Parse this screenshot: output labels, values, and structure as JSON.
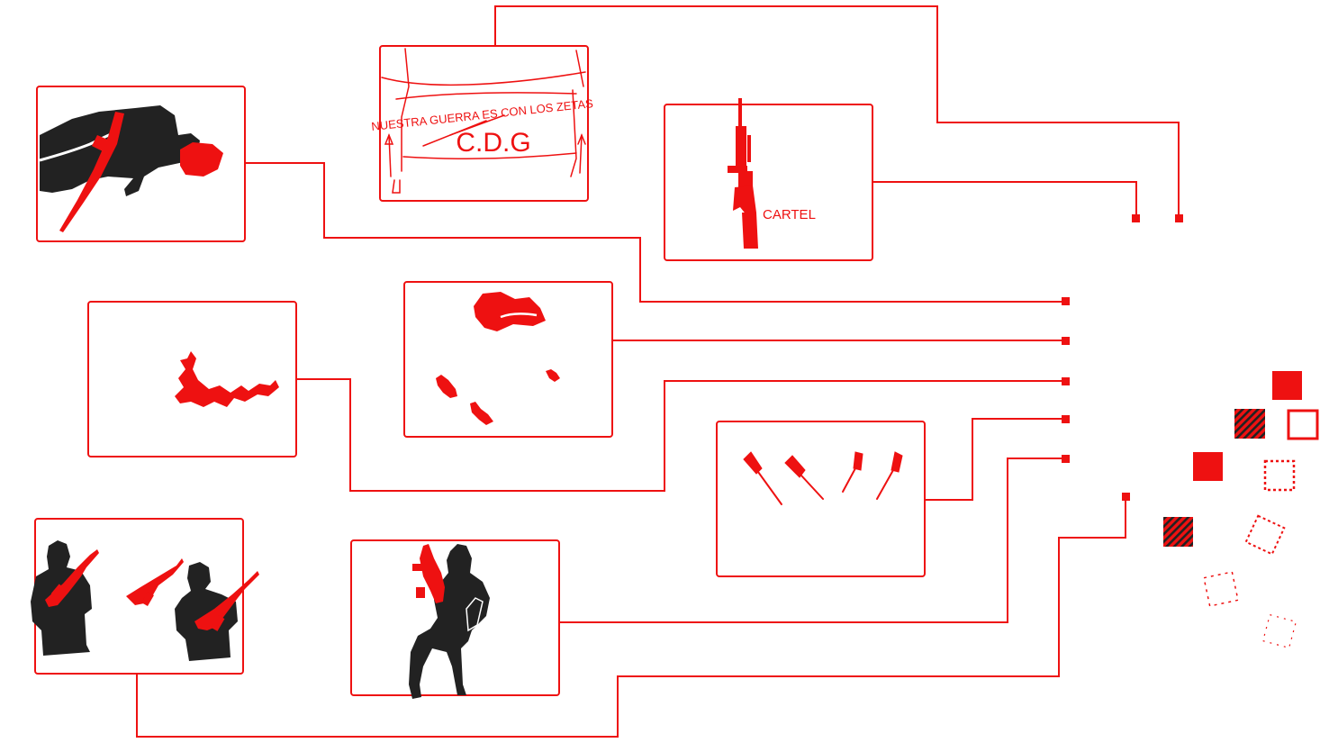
{
  "banner": {
    "line1": "NUESTRA GUERRA ES CON LOS ZETAS",
    "line2": "C.D.G"
  },
  "rifle_panel": {
    "label": "CARTEL"
  },
  "colors": {
    "accent": "#ee1111",
    "silhouette": "#222222",
    "background": "#ffffff"
  },
  "icons": [
    "dead-body-silhouette-icon",
    "banner-sketch-icon",
    "rifle-icon",
    "blood-splatter-icon",
    "blood-drops-icon",
    "flying-bullets-icon",
    "gunmen-silhouette-icon",
    "armed-woman-silhouette-icon",
    "legend-squares-icon"
  ]
}
